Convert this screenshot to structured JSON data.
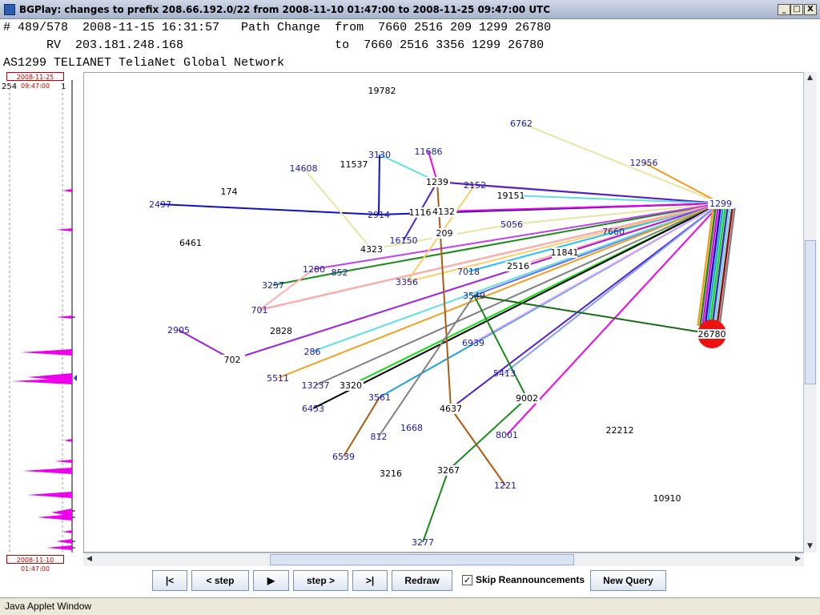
{
  "window": {
    "title": "BGPlay: changes to prefix 208.66.192.0/22 from 2008-11-10 01:47:00 to 2008-11-25 09:47:00 UTC",
    "minimize": "_",
    "maximize": "□",
    "close": "X"
  },
  "header": {
    "line1": "# 489/578  2008-11-15 16:31:57   Path Change  from  7660 2516 209 1299 26780",
    "line2": "      RV  203.181.248.168                     to  7660 2516 3356 1299 26780",
    "line3": "AS1299 TELIANET TeliaNet Global Network"
  },
  "timeline": {
    "top_date": "2008-11-25 09:47:00",
    "bottom_date": "2008-11-10 01:47:00",
    "left_label": "254",
    "right_label": "1"
  },
  "buttons": {
    "first": "|<",
    "step_back": "< step",
    "play": "▶",
    "step_forward": "step >",
    "last": ">|",
    "redraw": "Redraw",
    "skip_reannouncements": "Skip Reannouncements",
    "skip_checked": "✓",
    "new_query": "New Query"
  },
  "status": {
    "text": "Java Applet Window"
  },
  "graph": {
    "hub": "1299",
    "origin": "26780",
    "nodes": [
      {
        "id": "19782",
        "kind": "isolated"
      },
      {
        "id": "6762",
        "kind": "peer"
      },
      {
        "id": "12956",
        "kind": "peer"
      },
      {
        "id": "11686",
        "kind": "peer"
      },
      {
        "id": "3130",
        "kind": "peer"
      },
      {
        "id": "11537",
        "kind": "transit"
      },
      {
        "id": "14608",
        "kind": "peer"
      },
      {
        "id": "174",
        "kind": "transit"
      },
      {
        "id": "1239",
        "kind": "transit"
      },
      {
        "id": "2152",
        "kind": "peer"
      },
      {
        "id": "19151",
        "kind": "transit"
      },
      {
        "id": "2497",
        "kind": "peer"
      },
      {
        "id": "2914",
        "kind": "peer"
      },
      {
        "id": "11164",
        "kind": "transit"
      },
      {
        "id": "4132",
        "kind": "transit"
      },
      {
        "id": "1299",
        "kind": "peer"
      },
      {
        "id": "6461",
        "kind": "transit"
      },
      {
        "id": "5056",
        "kind": "peer"
      },
      {
        "id": "16150",
        "kind": "peer"
      },
      {
        "id": "209",
        "kind": "transit"
      },
      {
        "id": "4323",
        "kind": "transit"
      },
      {
        "id": "7660",
        "kind": "peer"
      },
      {
        "id": "11841",
        "kind": "transit"
      },
      {
        "id": "1280",
        "kind": "peer"
      },
      {
        "id": "852",
        "kind": "peer"
      },
      {
        "id": "2516",
        "kind": "transit"
      },
      {
        "id": "7018",
        "kind": "peer"
      },
      {
        "id": "3257",
        "kind": "peer"
      },
      {
        "id": "3356",
        "kind": "peer"
      },
      {
        "id": "3549",
        "kind": "peer"
      },
      {
        "id": "701",
        "kind": "peer"
      },
      {
        "id": "2905",
        "kind": "peer"
      },
      {
        "id": "2828",
        "kind": "transit"
      },
      {
        "id": "286",
        "kind": "peer"
      },
      {
        "id": "702",
        "kind": "transit"
      },
      {
        "id": "6939",
        "kind": "peer"
      },
      {
        "id": "26780",
        "kind": "origin"
      },
      {
        "id": "5511",
        "kind": "peer"
      },
      {
        "id": "5413",
        "kind": "peer"
      },
      {
        "id": "13237",
        "kind": "peer"
      },
      {
        "id": "3320",
        "kind": "transit"
      },
      {
        "id": "3561",
        "kind": "peer"
      },
      {
        "id": "9002",
        "kind": "transit"
      },
      {
        "id": "6453",
        "kind": "peer"
      },
      {
        "id": "4637",
        "kind": "transit"
      },
      {
        "id": "1668",
        "kind": "peer"
      },
      {
        "id": "8001",
        "kind": "peer"
      },
      {
        "id": "22212",
        "kind": "transit"
      },
      {
        "id": "812",
        "kind": "peer"
      },
      {
        "id": "6539",
        "kind": "peer"
      },
      {
        "id": "3216",
        "kind": "transit"
      },
      {
        "id": "3267",
        "kind": "transit"
      },
      {
        "id": "1221",
        "kind": "peer"
      },
      {
        "id": "10910",
        "kind": "transit"
      },
      {
        "id": "3277",
        "kind": "peer"
      }
    ],
    "colors": {
      "peer_label": "#1a1aaa",
      "transit_label": "#000000",
      "origin_fill": "#ee1111"
    }
  }
}
